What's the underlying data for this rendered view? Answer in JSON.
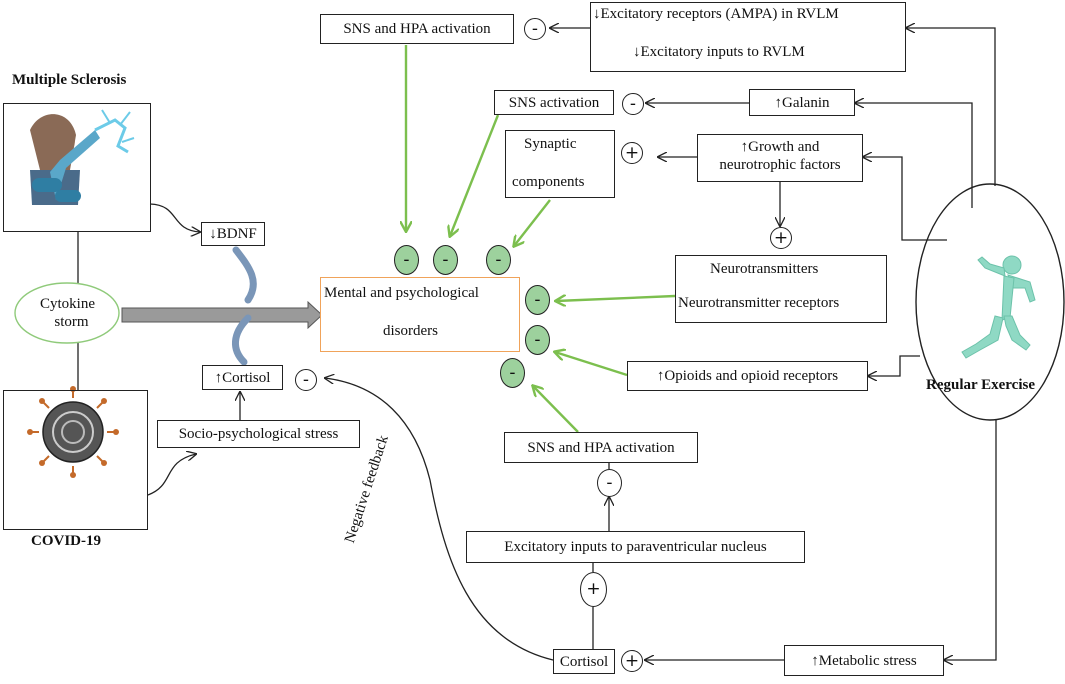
{
  "labels": {
    "multiple_sclerosis": "Multiple Sclerosis",
    "covid": "COVID-19",
    "cytokine_storm_line1": "Cytokine",
    "cytokine_storm_line2": "storm",
    "bdnf": "↓BDNF",
    "cortisol_up": "↑Cortisol",
    "socio_stress": "Socio-psychological stress",
    "mental_line1": "Mental and psychological",
    "mental_line2": "disorders",
    "sns_hpa_top": "SNS and HPA activation",
    "excitatory_receptors": "↓Excitatory receptors (AMPA) in RVLM",
    "excitatory_inputs_rvlm": "↓Excitatory inputs to RVLM",
    "sns_activation": "SNS activation",
    "galanin": "↑Galanin",
    "synaptic_line1": "Synaptic",
    "synaptic_line2": "components",
    "growth_line1": "↑Growth and",
    "growth_line2": "neurotrophic factors",
    "neurotransmitters": "Neurotransmitters",
    "neurotransmitter_receptors": "Neurotransmitter receptors",
    "opioids": "↑Opioids and opioid receptors",
    "regular_exercise": "Regular Exercise",
    "sns_hpa_bottom": "SNS and HPA activation",
    "excitatory_pvn": "Excitatory inputs to paraventricular nucleus",
    "cortisol": "Cortisol",
    "metabolic_stress": "↑Metabolic stress",
    "negative_feedback": "Negative feedback"
  },
  "signs": {
    "minus": "-",
    "plus": "+"
  },
  "colors": {
    "green_arrow": "#7cbf4e",
    "green_circle": "#9dd19d",
    "orange_box": "#f0a35a",
    "cytokine_ellipse": "#8fca7a",
    "runner": "#8fd9c4",
    "gray_arrow": "#9a9a9a",
    "bdnf_bracket": "#7a96b8"
  },
  "icons": {
    "ms": "multiple-sclerosis-illustration",
    "covid": "coronavirus-illustration",
    "runner": "runner-silhouette-icon"
  }
}
